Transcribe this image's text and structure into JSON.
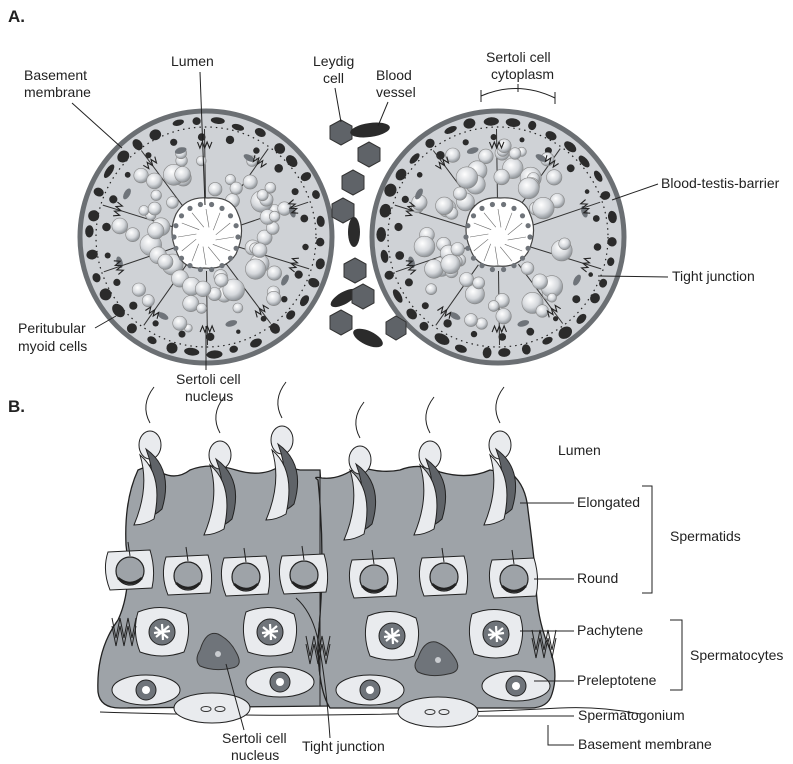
{
  "panel_a": {
    "letter": "A.",
    "labels": {
      "lumen": "Lumen",
      "leydig_1": "Leydig",
      "leydig_2": "cell",
      "blood_1": "Blood",
      "blood_2": "vessel",
      "sertoli_cyto_1": "Sertoli cell",
      "sertoli_cyto_2": "cytoplasm",
      "basement_1": "Basement",
      "basement_2": "membrane",
      "btb": "Blood-testis-barrier",
      "tight": "Tight junction",
      "peritubular_1": "Peritubular",
      "peritubular_2": "myoid cells",
      "sertoli_nuc_1": "Sertoli cell",
      "sertoli_nuc_2": "nucleus"
    }
  },
  "panel_b": {
    "letter": "B.",
    "labels": {
      "lumen": "Lumen",
      "elongated": "Elongated",
      "round": "Round",
      "spermatids": "Spermatids",
      "pachytene": "Pachytene",
      "preleptotene": "Preleptotene",
      "spermatocytes": "Spermatocytes",
      "spermatogonium": "Spermatogonium",
      "basement": "Basement membrane",
      "sertoli_nuc_1": "Sertoli cell",
      "sertoli_nuc_2": "nucleus",
      "tight": "Tight junction"
    }
  },
  "colors": {
    "outline": "#222222",
    "cytoplasm": "#cfd2d6",
    "sertoli_gray": "#9ea3a8",
    "dark_cell": "#2b2b2b",
    "leydig": "#5f6368",
    "germ_light": "#e9ebee"
  }
}
